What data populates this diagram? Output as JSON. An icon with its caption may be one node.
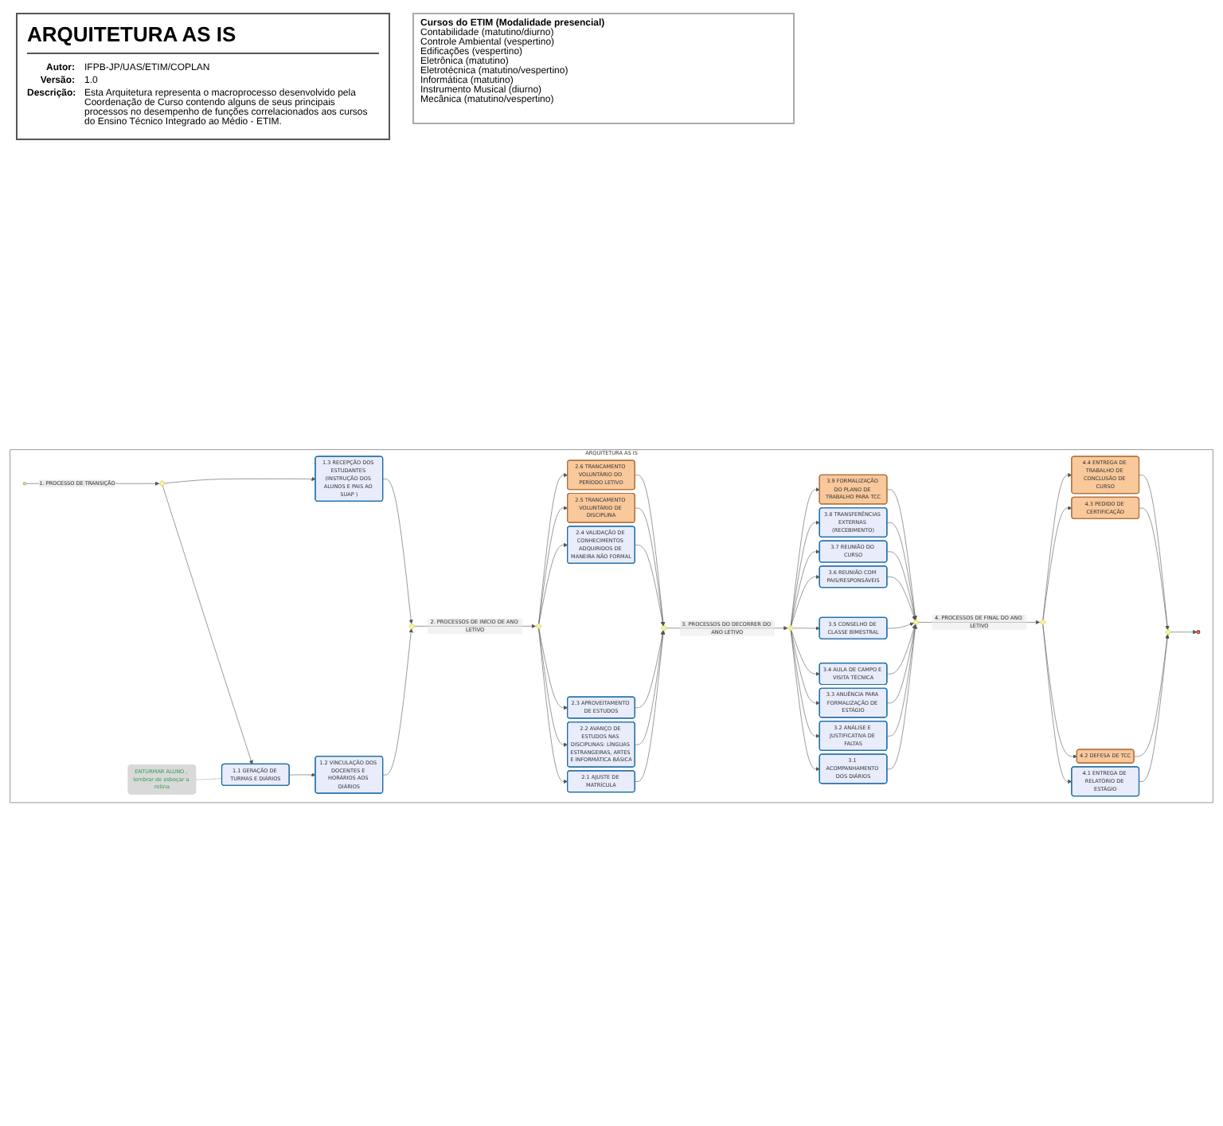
{
  "diagram": {
    "title": "ARQUITETURA AS IS",
    "nodes": [
      {
        "text": [
          "ARQUITETURA AS IS"
        ]
      },
      {
        "text": [],
        "shape": "circle",
        "in": 0
      },
      {
        "text": [],
        "shape": "diamond",
        "in": 0
      },
      {
        "text": [
          "ENTURMAR ALUNO , lembrar de esboçar a rotina"
        ],
        "in": 0
      },
      {
        "text": [
          "1.1 GERAÇÃO DE TURMAS E DIÁRIOS"
        ],
        "in": 0
      },
      {
        "text": [
          "1.2 VINCULAÇÃO DOS DOCENTES E HORÁRIOS AOS DIÁRIOS"
        ],
        "in": 0
      },
      {
        "text": [
          "1.3 RECEPÇÃO DOS ESTUDANTES (INSTRUÇÃO DOS ALUNOS E PAIS AO SUAP )"
        ],
        "in": 0
      },
      {
        "text": [],
        "shape": "diamond",
        "in": 0
      },
      {
        "text": [],
        "shape": "diamond",
        "in": 0
      },
      {
        "text": [
          "2.1 AJUSTE DE MATRÍCULA"
        ],
        "in": 0
      },
      {
        "text": [
          "2.2 AVANÇO DE ESTUDOS NAS DISCIPLINAS: LÍNGUAS ESTRANGEIRAS, ARTES E INFORMÁTICA BÁSICA"
        ],
        "in": 0
      },
      {
        "text": [
          "2.3 APROVEITAMENTO DE ESTUDOS"
        ],
        "in": 0
      },
      {
        "text": [
          "2.4 VALIDAÇÃO DE CONHECIMENTOS ADQUIRIDOS DE MANEIRA NÃO FORMAL"
        ],
        "in": 0
      },
      {
        "text": [
          "2.5 TRANCAMENTO VOLUNTÁRIO DE DISCIPLINA"
        ],
        "in": 0
      },
      {
        "text": [
          "2.6 TRANCAMENTO VOLUNTÁRIO DO PERÍODO LETIVO"
        ],
        "in": 0
      },
      {
        "text": [],
        "shape": "diamond",
        "in": 0
      },
      {
        "text": [],
        "shape": "diamond",
        "in": 0
      },
      {
        "text": [
          "3.1 ACOMPANHAMENTO DOS DIÁRIOS"
        ],
        "in": 0
      },
      {
        "text": [
          "3.2 ANÁLISE E JUSTIFICATIVA DE FALTAS"
        ],
        "in": 0
      },
      {
        "text": [
          "3.3 ANUÊNCIA PARA FORMALIZAÇÃO DE ESTÁGIO"
        ],
        "in": 0
      },
      {
        "text": [
          "3.4 AULA DE CAMPO E VISITA TÉCNICA"
        ],
        "in": 0
      },
      {
        "text": [
          "3.5 CONSELHO DE CLASSE BIMESTRAL"
        ],
        "in": 0
      },
      {
        "text": [
          "3.6 REUNIÃO COM PAIS/RESPONSÁVEIS"
        ],
        "in": 0
      },
      {
        "text": [
          "3.7 REUNIÃO DO CURSO"
        ],
        "in": 0
      },
      {
        "text": [
          "3.8 TRANSFERÊNCIAS EXTERNAS (RECEBIMENTO)"
        ],
        "in": 0
      },
      {
        "text": [
          "3.9 FORMALIZAÇÃO DO PLANO DE TRABALHO PARA TCC"
        ],
        "in": 0
      },
      {
        "text": [],
        "shape": "diamond",
        "in": 0
      },
      {
        "text": [],
        "shape": "diamond",
        "in": 0
      },
      {
        "text": [
          "4.1 ENTREGA DE RELATÓRIO DE ESTÁGIO"
        ],
        "in": 0
      },
      {
        "text": [
          "4.2 DEFESA DE TCC"
        ],
        "in": 0
      },
      {
        "text": [
          "4.3 PEDIDO DE CERTIFICAÇÃO"
        ],
        "in": 0
      },
      {
        "text": [
          "4.4 ENTREGA DE TRABALHO DE CONCLUSÃO DE CURSO"
        ],
        "in": 0
      },
      {
        "text": [],
        "shape": "diamond",
        "in": 0
      },
      {
        "text": [],
        "shape": "circle",
        "in": 0
      }
    ],
    "edges": [
      {
        "from": 1,
        "to": 2,
        "arrow": "to",
        "label": "1. PROCESSO DE TRANSIÇÃO"
      },
      {
        "from": 2,
        "to": 4,
        "arrow": "to"
      },
      {
        "from": 2,
        "to": 6,
        "arrow": "to"
      },
      {
        "from": 3,
        "to": 4,
        "arrow": "none",
        "style": "dashed"
      },
      {
        "from": 4,
        "to": 5,
        "arrow": "to"
      },
      {
        "from": 5,
        "to": 7,
        "arrow": "to"
      },
      {
        "from": 6,
        "to": 7,
        "arrow": "to"
      },
      {
        "from": 7,
        "to": 8,
        "arrow": "to",
        "label": "2. PROCESSOS DE INÍCIO DE ANO LETIVO"
      },
      {
        "from": 8,
        "to": 9,
        "arrow": "to"
      },
      {
        "from": 8,
        "to": 10,
        "arrow": "to"
      },
      {
        "from": 8,
        "to": 11,
        "arrow": "to"
      },
      {
        "from": 8,
        "to": 12,
        "arrow": "to"
      },
      {
        "from": 8,
        "to": 13,
        "arrow": "to"
      },
      {
        "from": 8,
        "to": 14,
        "arrow": "to"
      },
      {
        "from": 9,
        "to": 15,
        "arrow": "to"
      },
      {
        "from": 10,
        "to": 15,
        "arrow": "to"
      },
      {
        "from": 11,
        "to": 15,
        "arrow": "to"
      },
      {
        "from": 12,
        "to": 15,
        "arrow": "to"
      },
      {
        "from": 13,
        "to": 15,
        "arrow": "to"
      },
      {
        "from": 14,
        "to": 15,
        "arrow": "to"
      },
      {
        "from": 15,
        "to": 16,
        "arrow": "to",
        "label": "3. PROCESSOS DO DECORRER DO ANO LETIVO"
      },
      {
        "from": 16,
        "to": 17,
        "arrow": "to"
      },
      {
        "from": 16,
        "to": 18,
        "arrow": "to"
      },
      {
        "from": 16,
        "to": 19,
        "arrow": "to"
      },
      {
        "from": 16,
        "to": 20,
        "arrow": "to"
      },
      {
        "from": 16,
        "to": 21,
        "arrow": "to"
      },
      {
        "from": 16,
        "to": 22,
        "arrow": "to"
      },
      {
        "from": 16,
        "to": 23,
        "arrow": "to"
      },
      {
        "from": 16,
        "to": 24,
        "arrow": "to"
      },
      {
        "from": 16,
        "to": 25,
        "arrow": "to"
      },
      {
        "from": 17,
        "to": 26,
        "arrow": "to"
      },
      {
        "from": 18,
        "to": 26,
        "arrow": "to"
      },
      {
        "from": 19,
        "to": 26,
        "arrow": "to"
      },
      {
        "from": 20,
        "to": 26,
        "arrow": "to"
      },
      {
        "from": 21,
        "to": 26,
        "arrow": "to"
      },
      {
        "from": 22,
        "to": 26,
        "arrow": "to"
      },
      {
        "from": 23,
        "to": 26,
        "arrow": "to"
      },
      {
        "from": 24,
        "to": 26,
        "arrow": "to"
      },
      {
        "from": 25,
        "to": 26,
        "arrow": "to"
      },
      {
        "from": 26,
        "to": 27,
        "arrow": "to",
        "label": "4. PROCESSOS DE FINAL DO ANO LETIVO"
      },
      {
        "from": 27,
        "to": 28,
        "arrow": "to"
      },
      {
        "from": 27,
        "to": 29,
        "arrow": "to"
      },
      {
        "from": 27,
        "to": 30,
        "arrow": "to"
      },
      {
        "from": 27,
        "to": 31,
        "arrow": "to"
      },
      {
        "from": 28,
        "to": 32,
        "arrow": "to"
      },
      {
        "from": 29,
        "to": 32,
        "arrow": "to"
      },
      {
        "from": 30,
        "to": 32,
        "arrow": "to"
      },
      {
        "from": 31,
        "to": 32,
        "arrow": "to"
      },
      {
        "from": 32,
        "to": 33,
        "arrow": "to"
      }
    ],
    "labels": [
      "Autor:",
      "IFPB-JP/UAS/ETIM/COPLAN",
      "Versão:",
      "1.0",
      "Descrição:",
      "Esta Arquitetura representa o macroprocesso desenvolvido pela Coordenação de Curso contendo alguns de seus principais processos no desempenho de funções correlacionados aos cursos do Ensino Técnico Integrado ao Médio - ETIM.",
      "Cursos do ETIM (Modalidade presencial)",
      "Contabilidade (matutino/diurno)",
      "Controle Ambiental (vespertino)",
      "Edificações (vespertino)",
      "Eletrônica (matutino)",
      "Eletrotécnica (matutino/vespertino)",
      "Informática (matutino)",
      "Instrumento Musical (diurno)",
      "Mecânica (matutino/vespertino)"
    ]
  }
}
